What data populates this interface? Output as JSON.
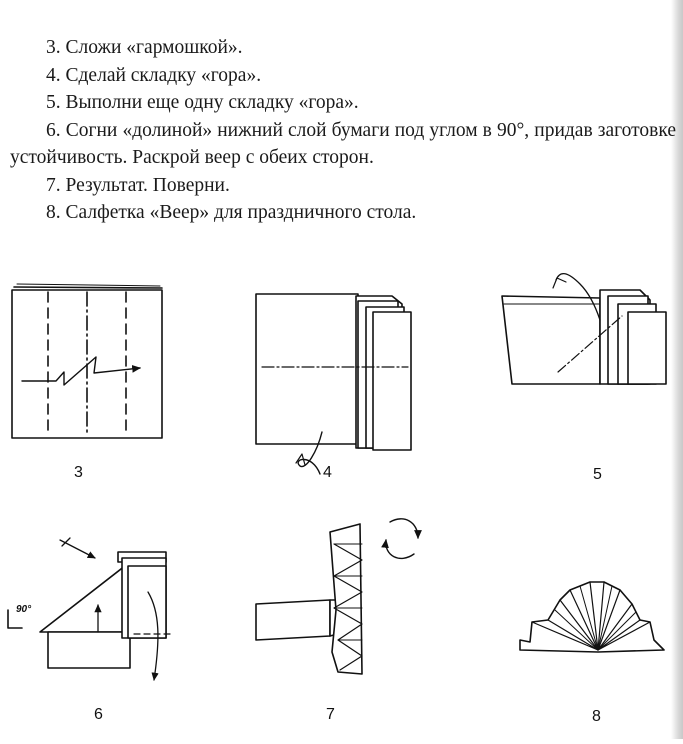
{
  "instructions": {
    "step3": "3. Сложи «гармошкой».",
    "step4": "4. Сделай складку «гора».",
    "step5": "5. Выполни еще одну складку «гора».",
    "step6": "6. Согни «долиной» нижний слой бумаги под углом в 90°, придав заготовке устойчивость. Раскрой веер с обеих сторон.",
    "step7": "7. Результат. Поверни.",
    "step8": "8. Салфетка «Веер» для праздничного стола."
  },
  "figures": {
    "fig3": "3",
    "fig4": "4",
    "fig5": "5",
    "fig6": "6",
    "fig7": "7",
    "fig8": "8",
    "angle": "90°"
  }
}
